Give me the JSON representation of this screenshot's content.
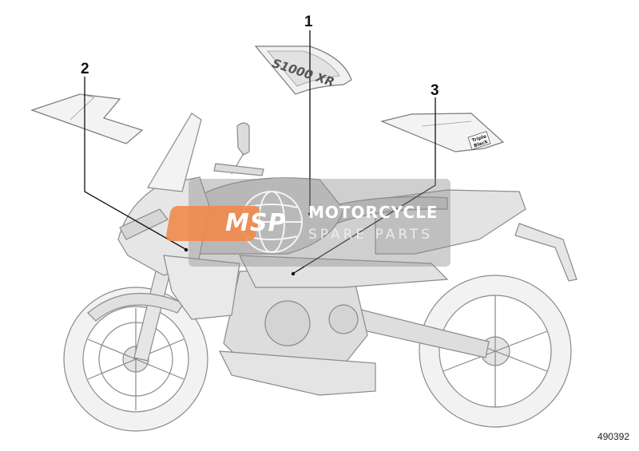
{
  "callouts": [
    {
      "number": "1",
      "part": "tank decal",
      "decal_text": "S1000 XR"
    },
    {
      "number": "2",
      "part": "front fairing decal"
    },
    {
      "number": "3",
      "part": "tail decal",
      "decal_text": "Triple Black"
    }
  ],
  "watermark": {
    "logo": "MSP",
    "line1": "MOTORCYCLE",
    "line2": "SPARE PARTS"
  },
  "drawing_number": "490392",
  "colors": {
    "outline": "#8a8a8a",
    "leader": "#111111",
    "bike_fill": "#e8e8e8",
    "tank_fill": "#d9d9d9",
    "logo_orange": "#f08a4b",
    "watermark_bg": "#9a9a9a"
  }
}
